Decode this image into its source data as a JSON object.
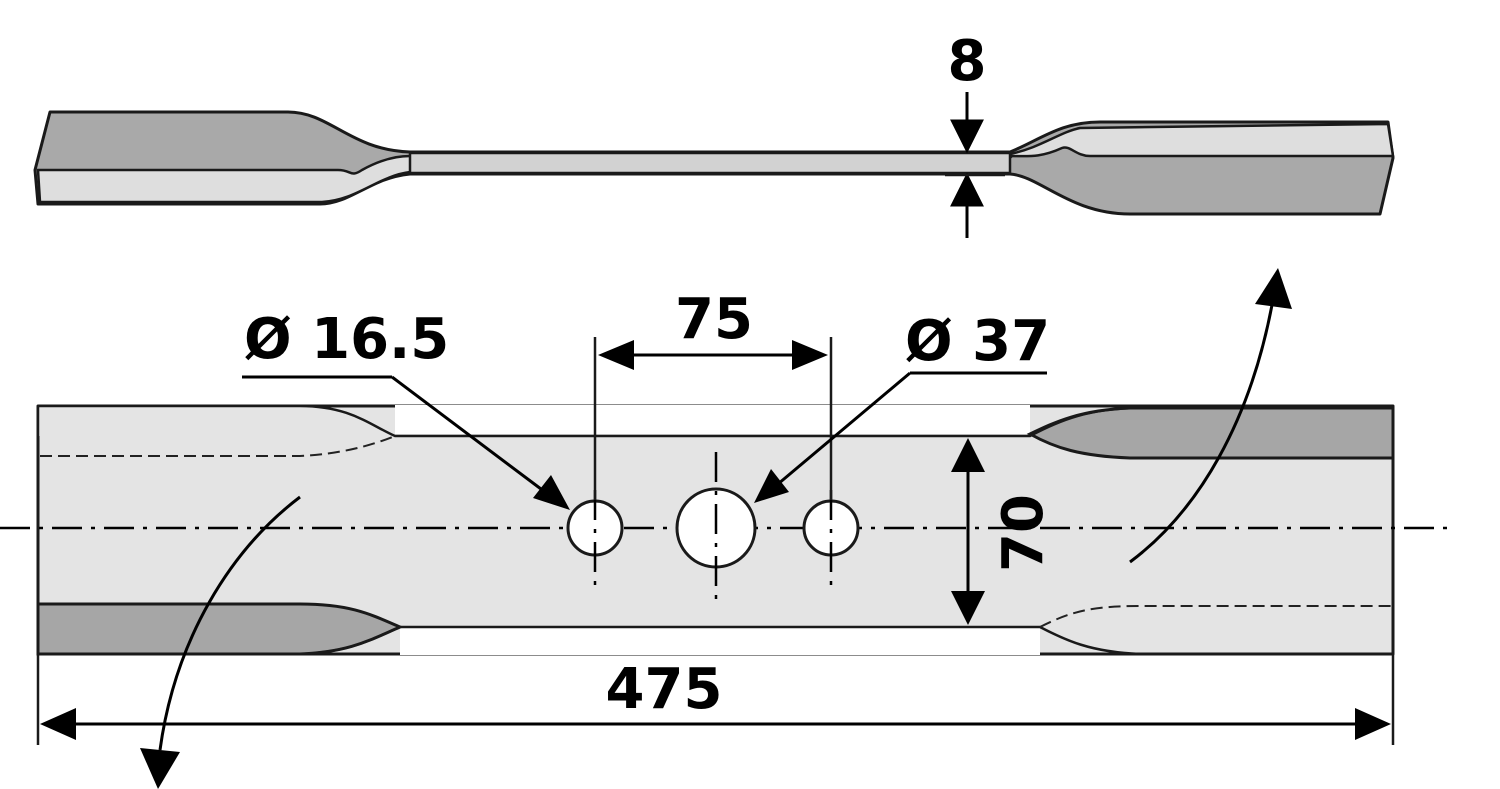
{
  "drawing": {
    "thickness_label": "8",
    "hole_spacing_label": "75",
    "small_hole_diameter_label": "Ø 16.5",
    "large_hole_diameter_label": "Ø 37",
    "width_label": "70",
    "length_label": "475"
  },
  "colors": {
    "face_light": "#e6e6e6",
    "face_mid": "#bdbdbd",
    "face_dark": "#a6a6a6",
    "line": "#1a1a1a"
  }
}
